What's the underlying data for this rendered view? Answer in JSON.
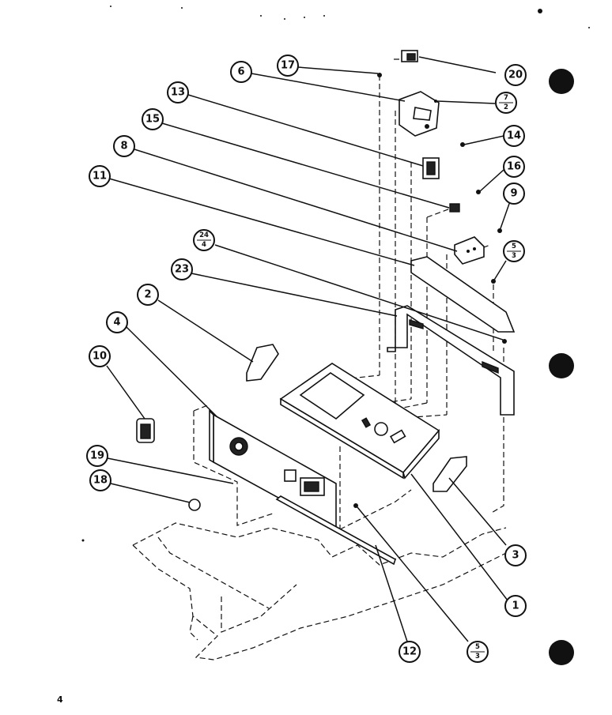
{
  "page_number": "4",
  "callouts": [
    {
      "id": "c1",
      "label": "1"
    },
    {
      "id": "c2",
      "label": "2"
    },
    {
      "id": "c3",
      "label": "3"
    },
    {
      "id": "c4",
      "label": "4"
    },
    {
      "id": "c6",
      "label": "6"
    },
    {
      "id": "c8",
      "label": "8"
    },
    {
      "id": "c9",
      "label": "9"
    },
    {
      "id": "c10",
      "label": "10"
    },
    {
      "id": "c11",
      "label": "11"
    },
    {
      "id": "c12",
      "label": "12"
    },
    {
      "id": "c13",
      "label": "13"
    },
    {
      "id": "c14",
      "label": "14"
    },
    {
      "id": "c15",
      "label": "15"
    },
    {
      "id": "c16",
      "label": "16"
    },
    {
      "id": "c17",
      "label": "17"
    },
    {
      "id": "c18",
      "label": "18"
    },
    {
      "id": "c19",
      "label": "19"
    },
    {
      "id": "c20",
      "label": "20"
    },
    {
      "id": "c23",
      "label": "23"
    }
  ],
  "fraction_callouts": [
    {
      "id": "f7_2",
      "num": "7",
      "den": "2"
    },
    {
      "id": "f5_3a",
      "num": "5",
      "den": "3"
    },
    {
      "id": "f24_4",
      "num": "24",
      "den": "4"
    },
    {
      "id": "f5_3b",
      "num": "5",
      "den": "3"
    }
  ]
}
